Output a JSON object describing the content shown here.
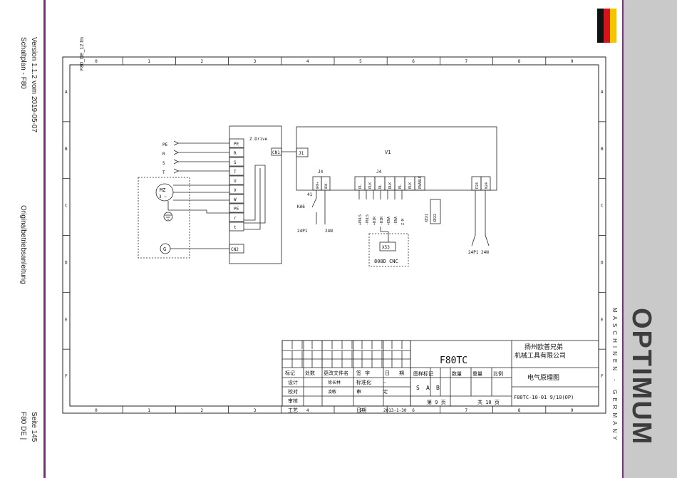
{
  "sidebar_left": {
    "title": "Schaltplan - F80",
    "version": "Version 1.1.2 vom 2019-05-07",
    "manual": "Originalbetriebsanleitung",
    "model": "F80   DE |",
    "page": "Seite 145"
  },
  "file_label": "F80_DE_12.fm",
  "brand": {
    "name": "OPTIMUM",
    "sub": "MASCHINEN - GERMANY"
  },
  "flag_colors": [
    "#111111",
    "#d8121a",
    "#f5c400"
  ],
  "grid": {
    "columns": [
      "0",
      "1",
      "2",
      "3",
      "4",
      "5",
      "6",
      "7",
      "8",
      "9"
    ],
    "rows": [
      "A",
      "B",
      "C",
      "D",
      "E",
      "F"
    ]
  },
  "schematic": {
    "inputs": [
      "PE",
      "R",
      "S",
      "T"
    ],
    "motor": "MZ",
    "motor_sub": "3 ~",
    "ground_g": "G",
    "zdrive": {
      "title": "Z Drive",
      "cn1": "CN1",
      "cn2": "CN2",
      "terminals": [
        "PE",
        "R",
        "S",
        "T",
        "U",
        "V",
        "W",
        "PE",
        "r",
        "t"
      ]
    },
    "v1": {
      "title": "V1",
      "j1": "J1",
      "j4_left": "J4",
      "j4_right": "J4",
      "brk_pins": [
        "BRK+",
        "BRK-"
      ],
      "mid_pins": [
        "PL",
        "PLK",
        "DL",
        "DLK",
        "EL",
        "ELK",
        "ENABLE"
      ],
      "power_pins": [
        "P24",
        "N24"
      ]
    },
    "ka6": {
      "name": "KA6",
      "contact": "41"
    },
    "supply_left": [
      "24P1",
      "24N"
    ],
    "supply_right": "24P1 24N",
    "signals": [
      "+PULS",
      "-PULS",
      "+DIR",
      "-DIR",
      "+ENA",
      "-ENA",
      "Z-M"
    ],
    "xe_pins": [
      "XEX1",
      "XEX2"
    ],
    "x53": "X53",
    "cnc": "808D CNC"
  },
  "title_block": {
    "company_line1": "扬州欧普兄弟",
    "company_line2": "机械工具有限公司",
    "model": "F80TC",
    "drawing_name": "电气原理图",
    "drawing_no": "F80TC-10-01 9/10(OP)",
    "headers": [
      "标记",
      "处数",
      "更改文件名",
      "签",
      "字",
      "日",
      "期"
    ],
    "rows": [
      {
        "role": "设计",
        "name": "徐长林",
        "role2": "标准化",
        "val2": "~"
      },
      {
        "role": "校对",
        "name": "凌敏",
        "role2": "审",
        "val2": "定"
      },
      {
        "role": "审核",
        "name": "",
        "role2": "",
        "val2": ""
      },
      {
        "role": "工艺",
        "name": "",
        "role2": "日期",
        "val2": "2013-1-30"
      }
    ],
    "header_right": [
      "图样标记",
      "数量",
      "重量",
      "比例"
    ],
    "marks": [
      "S",
      "A",
      "B"
    ],
    "sheet": "第 9 页",
    "total": "共 10 页"
  }
}
